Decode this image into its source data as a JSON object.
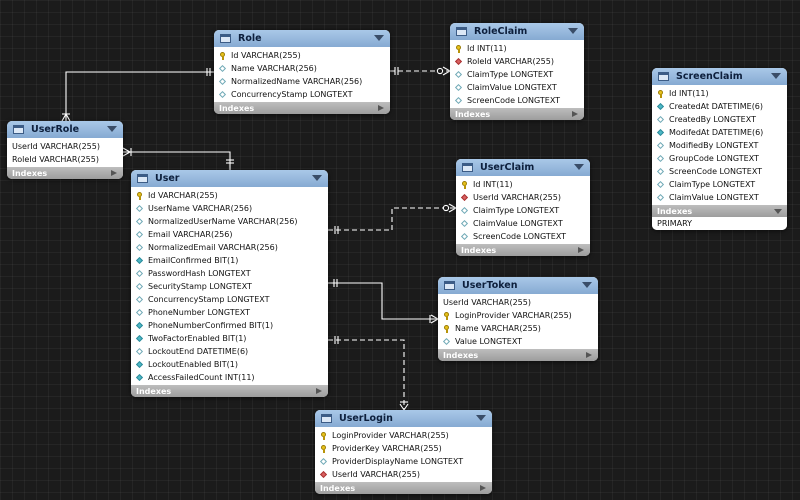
{
  "diagram": {
    "tables": {
      "role": {
        "name": "Role",
        "footer": "Indexes",
        "columns": [
          {
            "text": "Id VARCHAR(255)",
            "icon": "key"
          },
          {
            "text": "Name VARCHAR(256)",
            "icon": "col"
          },
          {
            "text": "NormalizedName VARCHAR(256)",
            "icon": "col"
          },
          {
            "text": "ConcurrencyStamp LONGTEXT",
            "icon": "col"
          }
        ]
      },
      "roleclaim": {
        "name": "RoleClaim",
        "footer": "Indexes",
        "columns": [
          {
            "text": "Id INT(11)",
            "icon": "key"
          },
          {
            "text": "RoleId VARCHAR(255)",
            "icon": "fk"
          },
          {
            "text": "ClaimType LONGTEXT",
            "icon": "col"
          },
          {
            "text": "ClaimValue LONGTEXT",
            "icon": "col"
          },
          {
            "text": "ScreenCode LONGTEXT",
            "icon": "col"
          }
        ]
      },
      "screenclaim": {
        "name": "ScreenClaim",
        "footer": "Indexes",
        "index_entry": "PRIMARY",
        "columns": [
          {
            "text": "Id INT(11)",
            "icon": "key"
          },
          {
            "text": "CreatedAt DATETIME(6)",
            "icon": "nn"
          },
          {
            "text": "CreatedBy LONGTEXT",
            "icon": "col"
          },
          {
            "text": "ModifedAt DATETIME(6)",
            "icon": "nn"
          },
          {
            "text": "ModifiedBy LONGTEXT",
            "icon": "col"
          },
          {
            "text": "GroupCode LONGTEXT",
            "icon": "col"
          },
          {
            "text": "ScreenCode LONGTEXT",
            "icon": "col"
          },
          {
            "text": "ClaimType LONGTEXT",
            "icon": "col"
          },
          {
            "text": "ClaimValue LONGTEXT",
            "icon": "col"
          }
        ]
      },
      "userrole": {
        "name": "UserRole",
        "footer": "Indexes",
        "columns": [
          {
            "text": "UserId VARCHAR(255)",
            "icon": "none"
          },
          {
            "text": "RoleId VARCHAR(255)",
            "icon": "none"
          }
        ]
      },
      "user": {
        "name": "User",
        "footer": "Indexes",
        "columns": [
          {
            "text": "Id VARCHAR(255)",
            "icon": "key"
          },
          {
            "text": "UserName VARCHAR(256)",
            "icon": "col"
          },
          {
            "text": "NormalizedUserName VARCHAR(256)",
            "icon": "col"
          },
          {
            "text": "Email VARCHAR(256)",
            "icon": "col"
          },
          {
            "text": "NormalizedEmail VARCHAR(256)",
            "icon": "col"
          },
          {
            "text": "EmailConfirmed BIT(1)",
            "icon": "nn"
          },
          {
            "text": "PasswordHash LONGTEXT",
            "icon": "col"
          },
          {
            "text": "SecurityStamp LONGTEXT",
            "icon": "col"
          },
          {
            "text": "ConcurrencyStamp LONGTEXT",
            "icon": "col"
          },
          {
            "text": "PhoneNumber LONGTEXT",
            "icon": "col"
          },
          {
            "text": "PhoneNumberConfirmed BIT(1)",
            "icon": "nn"
          },
          {
            "text": "TwoFactorEnabled BIT(1)",
            "icon": "nn"
          },
          {
            "text": "LockoutEnd DATETIME(6)",
            "icon": "col"
          },
          {
            "text": "LockoutEnabled BIT(1)",
            "icon": "nn"
          },
          {
            "text": "AccessFailedCount INT(11)",
            "icon": "nn"
          }
        ]
      },
      "userclaim": {
        "name": "UserClaim",
        "footer": "Indexes",
        "columns": [
          {
            "text": "Id INT(11)",
            "icon": "key"
          },
          {
            "text": "UserId VARCHAR(255)",
            "icon": "fk"
          },
          {
            "text": "ClaimType LONGTEXT",
            "icon": "col"
          },
          {
            "text": "ClaimValue LONGTEXT",
            "icon": "col"
          },
          {
            "text": "ScreenCode LONGTEXT",
            "icon": "col"
          }
        ]
      },
      "usertoken": {
        "name": "UserToken",
        "footer": "Indexes",
        "columns": [
          {
            "text": "UserId VARCHAR(255)",
            "icon": "none"
          },
          {
            "text": "LoginProvider VARCHAR(255)",
            "icon": "key"
          },
          {
            "text": "Name VARCHAR(255)",
            "icon": "key"
          },
          {
            "text": "Value LONGTEXT",
            "icon": "col"
          }
        ]
      },
      "userlogin": {
        "name": "UserLogin",
        "footer": "Indexes",
        "columns": [
          {
            "text": "LoginProvider VARCHAR(255)",
            "icon": "key"
          },
          {
            "text": "ProviderKey VARCHAR(255)",
            "icon": "key"
          },
          {
            "text": "ProviderDisplayName LONGTEXT",
            "icon": "col"
          },
          {
            "text": "UserId VARCHAR(255)",
            "icon": "fk"
          }
        ]
      }
    },
    "relationships": [
      {
        "from": "userrole",
        "to": "role",
        "style": "solid"
      },
      {
        "from": "userrole",
        "to": "user",
        "style": "solid"
      },
      {
        "from": "role",
        "to": "roleclaim",
        "style": "dashed"
      },
      {
        "from": "user",
        "to": "userclaim",
        "style": "dashed"
      },
      {
        "from": "user",
        "to": "usertoken",
        "style": "solid"
      },
      {
        "from": "user",
        "to": "userlogin",
        "style": "dashed"
      }
    ],
    "colors": {
      "background": "#1b1b1b",
      "header": "#9dbde0",
      "footer": "#aaaaaa",
      "connector": "#ffffff"
    }
  }
}
